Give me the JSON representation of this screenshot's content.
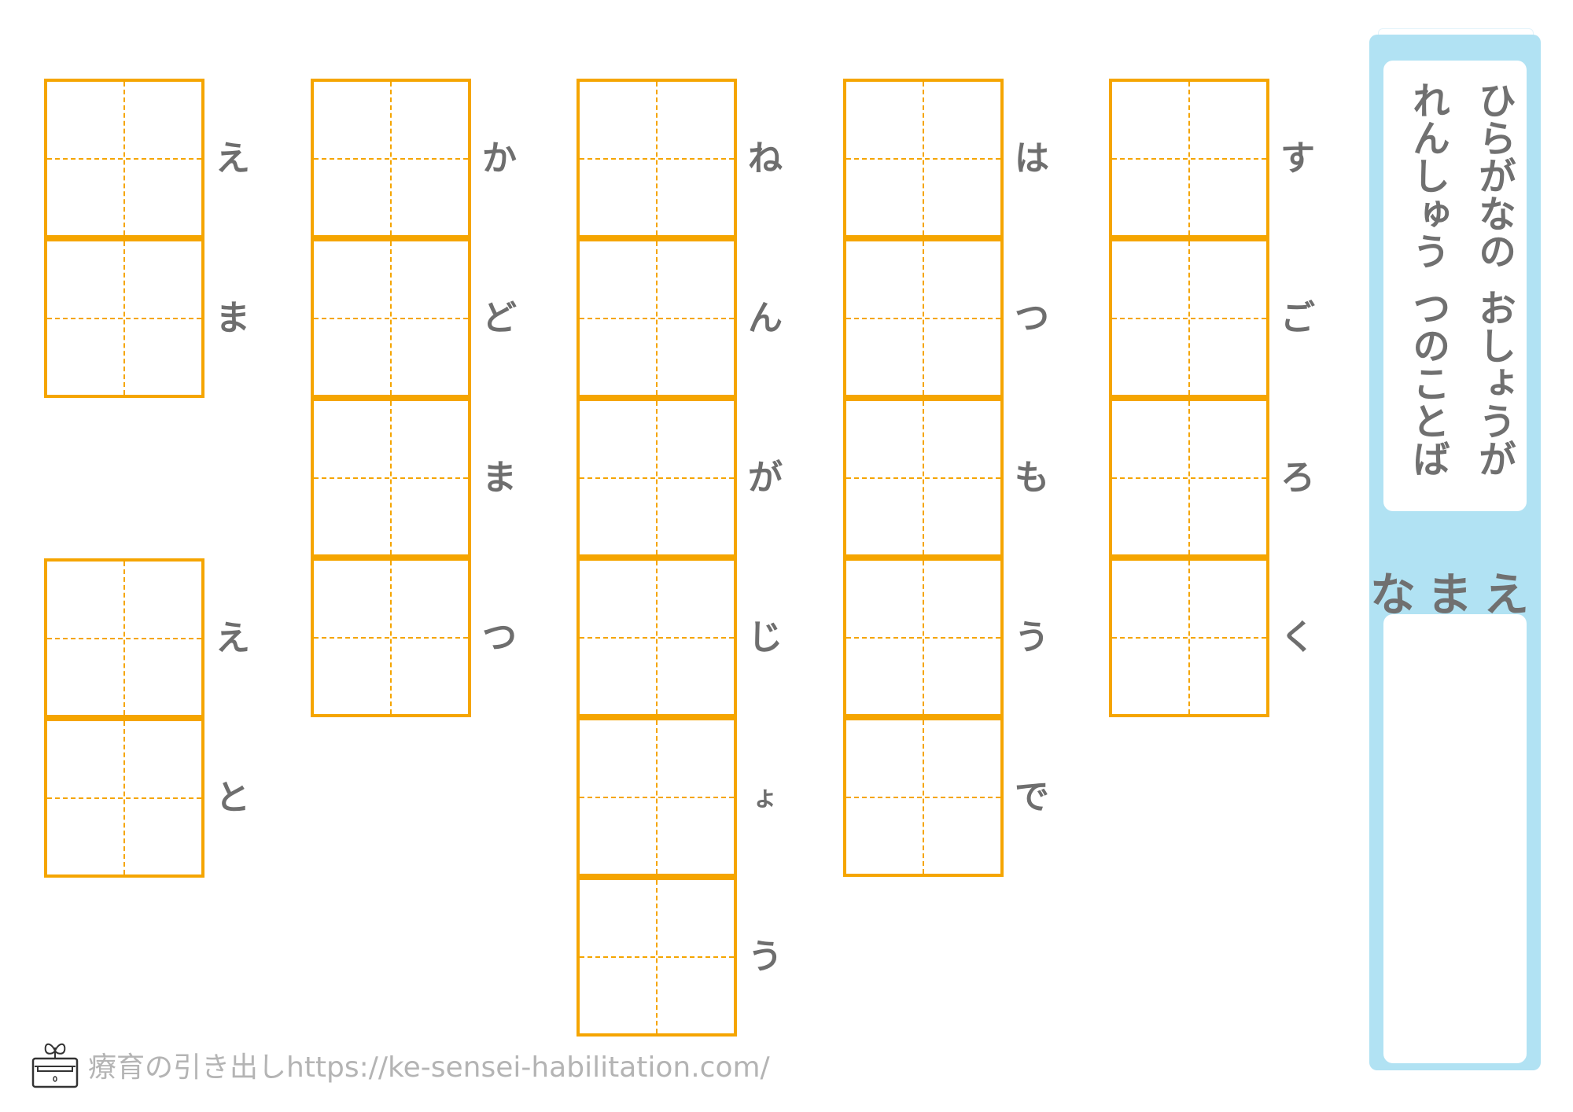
{
  "worksheet": {
    "title_lines": [
      "ひらがなのれんしゅう",
      "おしょうがつのことば"
    ],
    "name_label": "なまえ",
    "grid_color": "#f5a500",
    "panel_color": "#b1e2f3",
    "words": [
      {
        "letters": [
          "え",
          "ま"
        ]
      },
      {
        "letters": [
          "え",
          "と"
        ]
      },
      {
        "letters": [
          "か",
          "ど",
          "ま",
          "つ"
        ]
      },
      {
        "letters": [
          "ね",
          "ん",
          "が",
          "じ",
          "ょ",
          "う"
        ]
      },
      {
        "letters": [
          "は",
          "つ",
          "も",
          "う",
          "で"
        ]
      },
      {
        "letters": [
          "す",
          "ご",
          "ろ",
          "く"
        ]
      }
    ]
  },
  "footer": {
    "text": "療育の引き出しhttps://ke-sensei-habilitation.com/",
    "icon": "drawer-sprout-icon"
  }
}
